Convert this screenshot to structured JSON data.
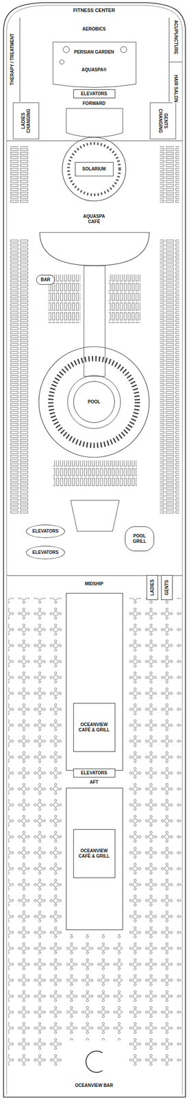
{
  "diagram": {
    "nodes": [
      {
        "text": [
          "ELEVATORS"
        ]
      },
      {
        "text": [
          "SOLARIUM"
        ]
      },
      {
        "text": [
          "BAR"
        ]
      },
      {
        "text": [
          "POOL"
        ]
      },
      {
        "text": [
          "ELEVATORS"
        ]
      },
      {
        "text": [
          "ELEVATORS"
        ]
      },
      {
        "text": [
          "POOL GRILL"
        ]
      },
      {
        "text": [
          "LADIES"
        ]
      },
      {
        "text": [
          "GENTS"
        ]
      },
      {
        "text": [
          "OCEANVIEW CAFÉ & GRILL"
        ]
      },
      {
        "text": [
          "ELEVATORS"
        ]
      },
      {
        "text": [
          "OCEANVIEW CAFÉ & GRILL"
        ]
      }
    ],
    "labels": [
      "FITNESS CENTER",
      "AEROBICS",
      "THERAPY / TREATMENT",
      "ACUPUNCTURE",
      "HAIR SALON",
      "PERSIAN GARDEN",
      "AQUASPA®",
      "FORWARD",
      "LADIES CHANGING",
      "GENTS CHANGING",
      "AQUASPA CAFÉ",
      "MIDSHIP",
      "AFT",
      "OCEANVIEW BAR"
    ]
  }
}
